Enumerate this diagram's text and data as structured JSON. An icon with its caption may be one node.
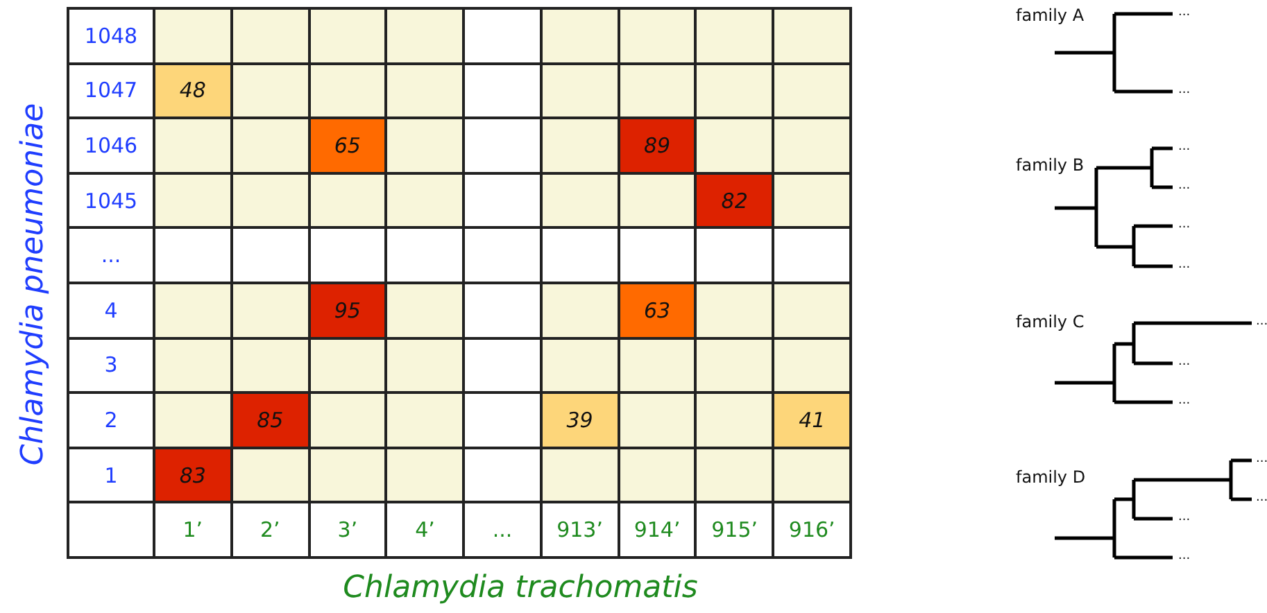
{
  "diagram": {
    "labels": [
      "Chlamydia pneumoniae",
      "1048",
      "1047",
      "48",
      "1046",
      "65",
      "89",
      "1045",
      "82",
      "...",
      "4",
      "95",
      "63",
      "3",
      "2",
      "85",
      "39",
      "41",
      "1",
      "83",
      "1’",
      "2’",
      "3’",
      "4’",
      "...",
      "913’",
      "914’",
      "915’",
      "916’",
      "Chlamydia trachomatis",
      "family A",
      "...",
      "...",
      "family B",
      "...",
      "...",
      "...",
      "...",
      "family C",
      "...",
      "...",
      "...",
      "family D",
      "...",
      "...",
      "...",
      "..."
    ]
  }
}
